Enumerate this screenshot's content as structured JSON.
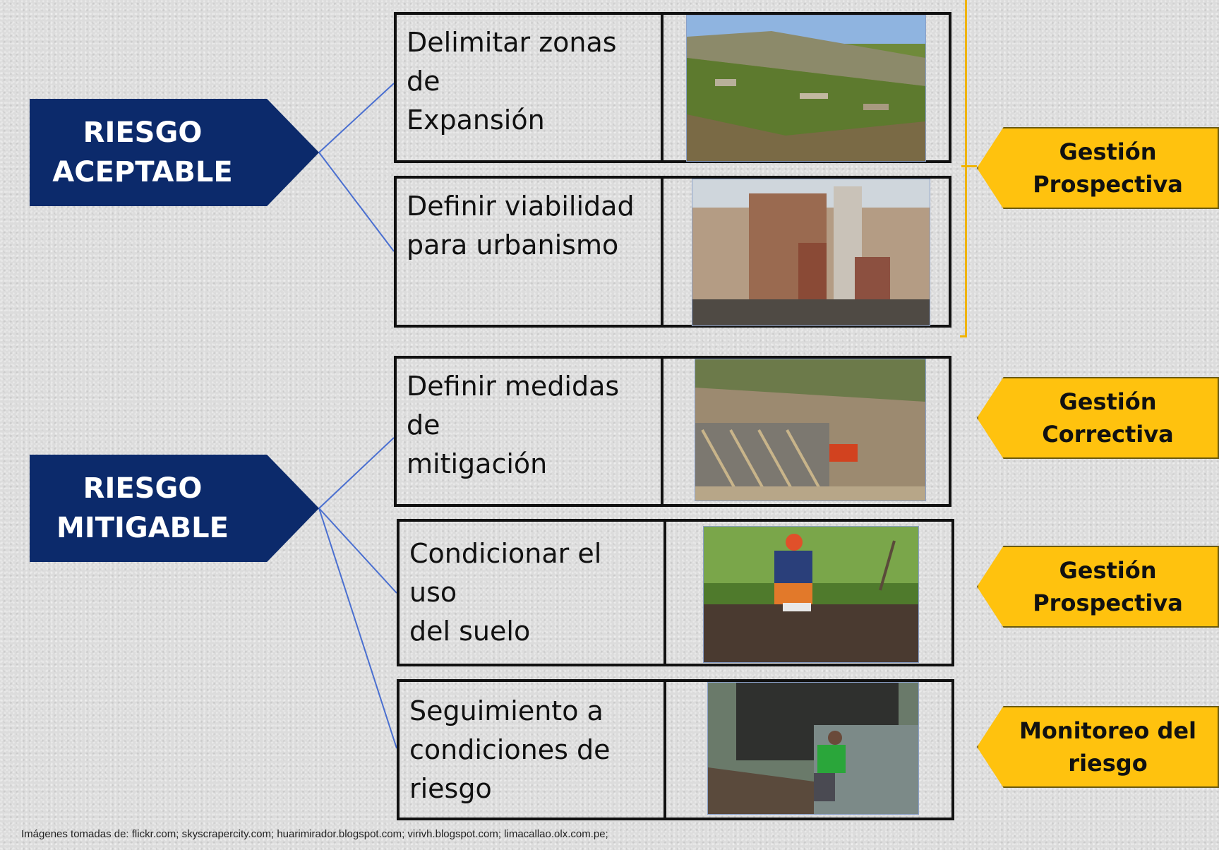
{
  "risks": [
    {
      "lines": [
        "RIESGO",
        "ACEPTABLE"
      ]
    },
    {
      "lines": [
        "RIESGO",
        "MITIGABLE"
      ]
    }
  ],
  "actions": [
    {
      "lines": [
        "Delimitar zonas",
        "de",
        "Expansión"
      ],
      "photo": "hillside-photo"
    },
    {
      "lines": [
        "Definir viabilidad",
        "para urbanismo"
      ],
      "photo": "construction-photo"
    },
    {
      "lines": [
        "Definir medidas",
        "de",
        "mitigación"
      ],
      "photo": "retaining-wall-photo"
    },
    {
      "lines": [
        "Condicionar el uso",
        "del suelo"
      ],
      "photo": "soil-sampling-photo"
    },
    {
      "lines": [
        "Seguimiento a",
        "condiciones de",
        "riesgo"
      ],
      "photo": "river-monitoring-photo"
    }
  ],
  "management": [
    {
      "lines": [
        "Gestión",
        "Prospectiva"
      ]
    },
    {
      "lines": [
        "Gestión",
        "Correctiva"
      ]
    },
    {
      "lines": [
        "Gestión",
        "Prospectiva"
      ]
    },
    {
      "lines": [
        "Monitoreo del",
        "riesgo"
      ]
    }
  ],
  "footer": "Imágenes tomadas de: flickr.com; skyscrapercity.com; huarimirador.blogspot.com; virivh.blogspot.com; limacallao.olx.com.pe;",
  "colors": {
    "risk_fill": "#0c2a6b",
    "management_fill": "#ffc20e",
    "connector": "#4a6fd0",
    "bracket": "#f0b400"
  }
}
